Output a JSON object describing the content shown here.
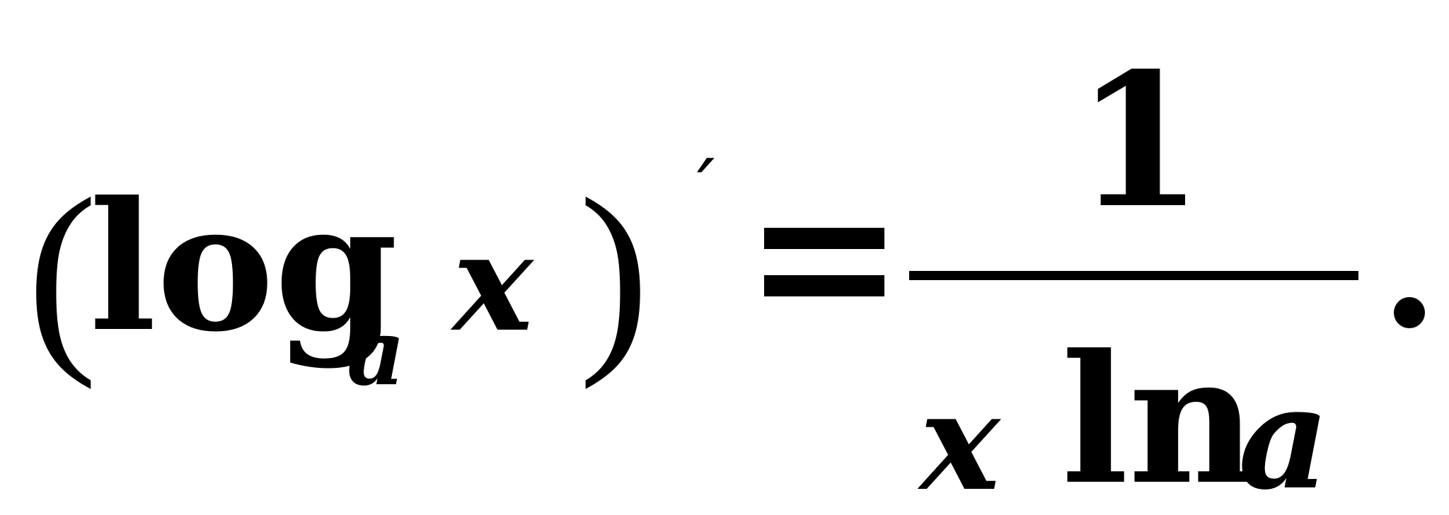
{
  "formula": {
    "left_paren": "(",
    "log_text": "log",
    "base": "a",
    "argument": "x",
    "right_paren": ")",
    "prime": "´",
    "equals": "=",
    "numerator": "1",
    "denominator_var": "x",
    "denominator_ln": "ln",
    "denominator_base": "a",
    "period": "."
  }
}
